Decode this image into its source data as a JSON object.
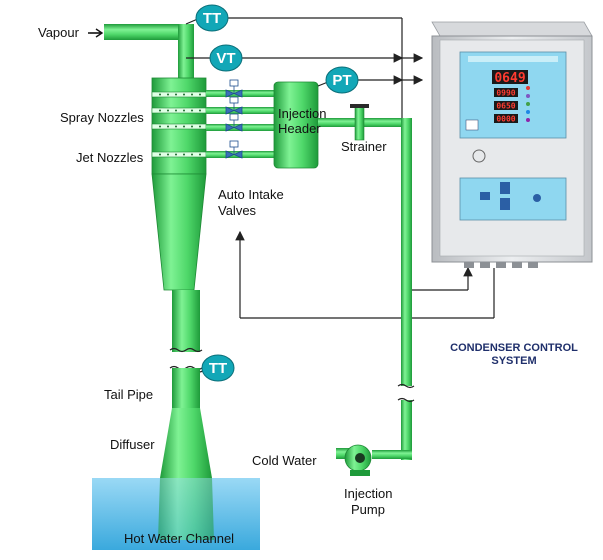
{
  "labels": {
    "vapour": "Vapour",
    "spray_nozzles": "Spray Nozzles",
    "jet_nozzles": "Jet Nozzles",
    "injection_header_line1": "Injection",
    "injection_header_line2": "Header",
    "strainer": "Strainer",
    "auto_intake_line1": "Auto Intake",
    "auto_intake_line2": "Valves",
    "tail_pipe": "Tail Pipe",
    "diffuser": "Diffuser",
    "cold_water": "Cold Water",
    "injection_pump_line1": "Injection",
    "injection_pump_line2": "Pump",
    "hot_water_channel": "Hot Water Channel",
    "system_title_line1": "CONDENSER CONTROL",
    "system_title_line2": "SYSTEM"
  },
  "instruments": {
    "tt_top": "TT",
    "vt": "VT",
    "pt": "PT",
    "tt_bottom": "TT"
  },
  "panel": {
    "displays": [
      "0649",
      "0990",
      "0650",
      "0000"
    ]
  },
  "colors": {
    "pipe": "#4fd86a",
    "pipe_dark": "#1e9a3a",
    "instrument": "#12a7b7",
    "water": "#6cc6ee",
    "panel_screen": "#8fd7f0",
    "signal_line": "#222222"
  }
}
